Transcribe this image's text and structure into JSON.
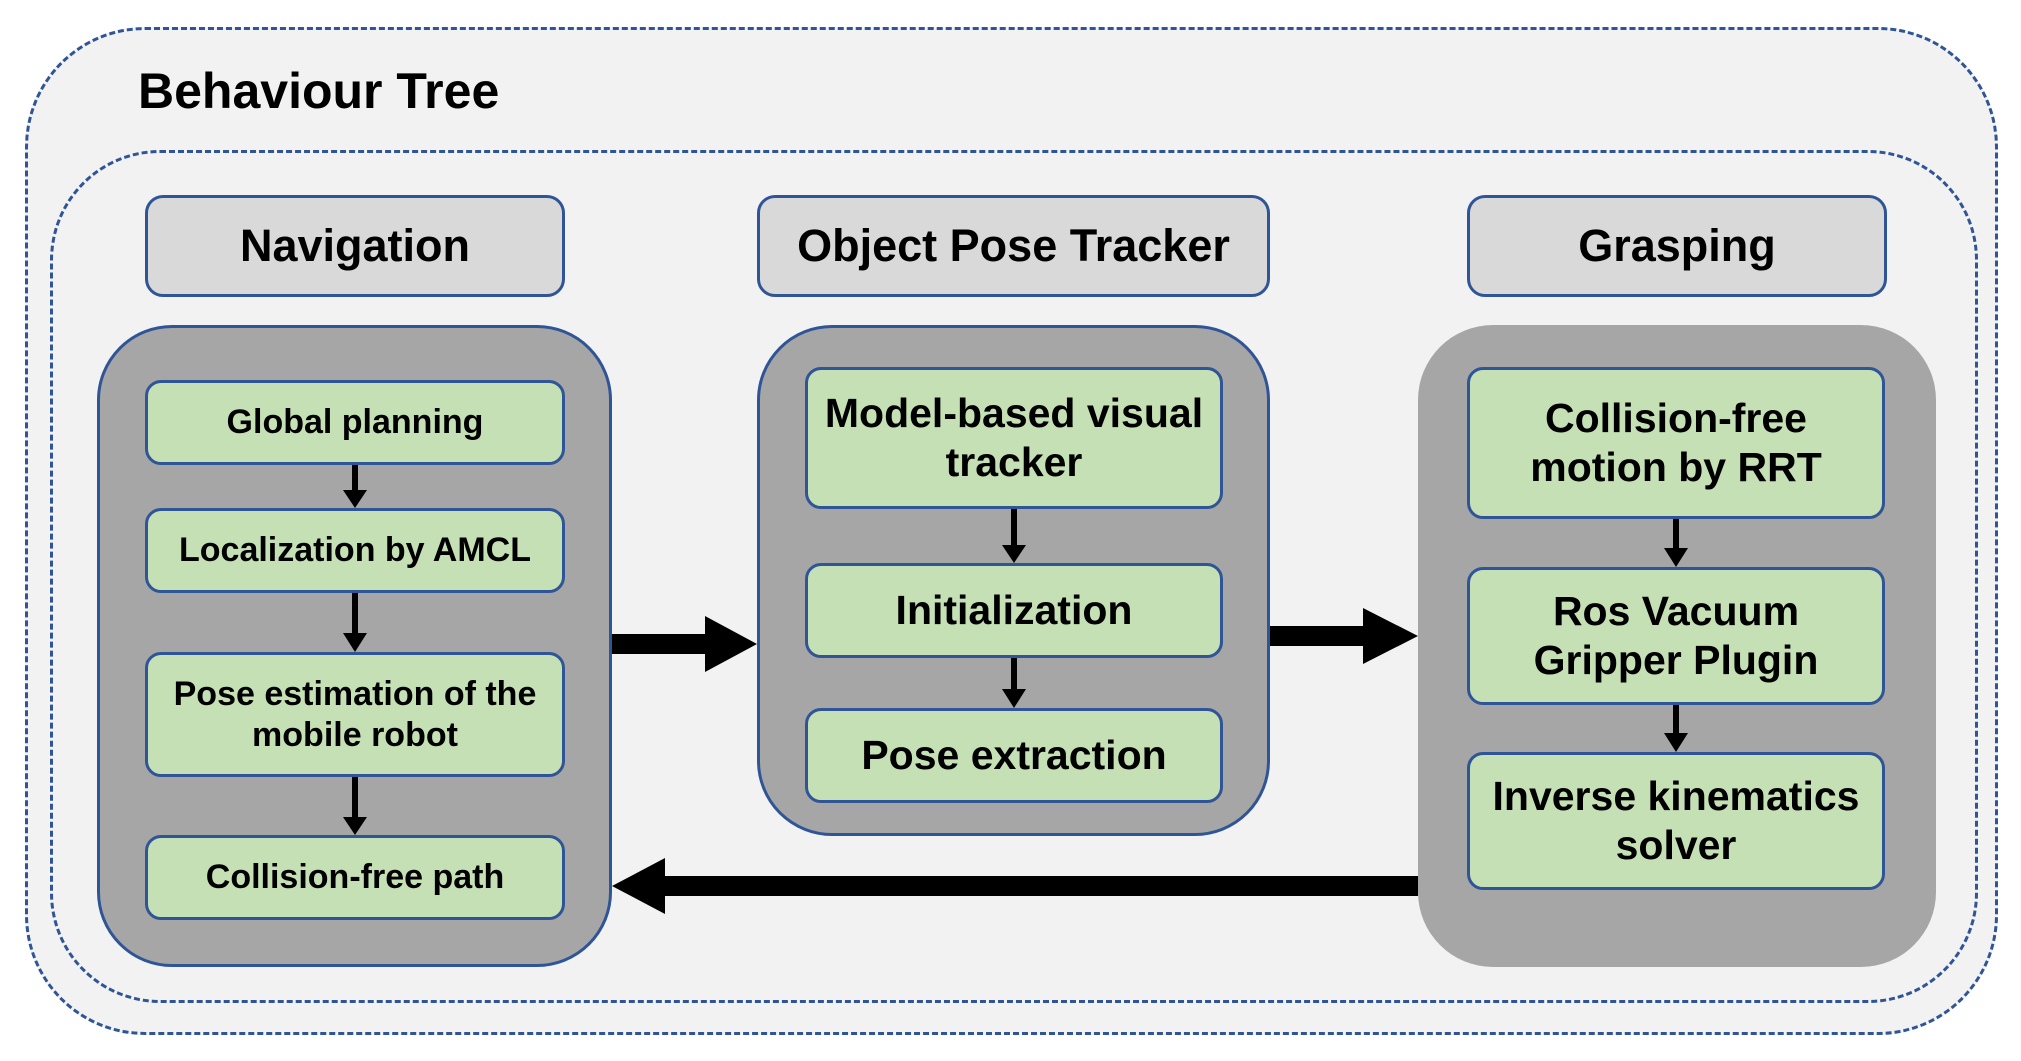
{
  "title": "Behaviour Tree",
  "colors": {
    "dashed_border": "#2f5597",
    "background": "#f2f2f2",
    "header_fill": "#d9d9d9",
    "group_fill": "#a6a6a6",
    "step_fill": "#c5e0b4",
    "arrow": "#000000"
  },
  "modules": [
    {
      "header": "Navigation",
      "steps": [
        "Global planning",
        "Localization by AMCL",
        "Pose estimation of the mobile robot",
        "Collision-free path"
      ]
    },
    {
      "header": "Object Pose Tracker",
      "steps": [
        "Model-based visual tracker",
        "Initialization",
        "Pose extraction"
      ]
    },
    {
      "header": "Grasping",
      "steps": [
        "Collision-free motion by RRT",
        "Ros Vacuum Gripper Plugin",
        "Inverse kinematics solver"
      ]
    }
  ],
  "flow": [
    {
      "from": "Navigation",
      "to": "Object Pose Tracker"
    },
    {
      "from": "Object Pose Tracker",
      "to": "Grasping"
    },
    {
      "from": "Grasping",
      "to": "Navigation"
    }
  ]
}
